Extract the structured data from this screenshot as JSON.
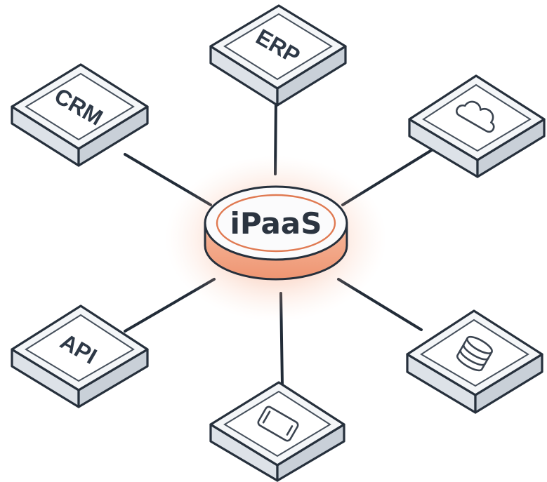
{
  "hub": {
    "label": "iPaaS",
    "accent_color": "#f08a60"
  },
  "nodes": [
    {
      "id": "erp",
      "label": "ERP",
      "icon": ""
    },
    {
      "id": "crm",
      "label": "CRM",
      "icon": ""
    },
    {
      "id": "cloud",
      "label": "",
      "icon": "cloud-icon"
    },
    {
      "id": "api",
      "label": "API",
      "icon": ""
    },
    {
      "id": "database",
      "label": "",
      "icon": "database-icon"
    },
    {
      "id": "mobile",
      "label": "",
      "icon": "mobile-phone-icon"
    }
  ]
}
